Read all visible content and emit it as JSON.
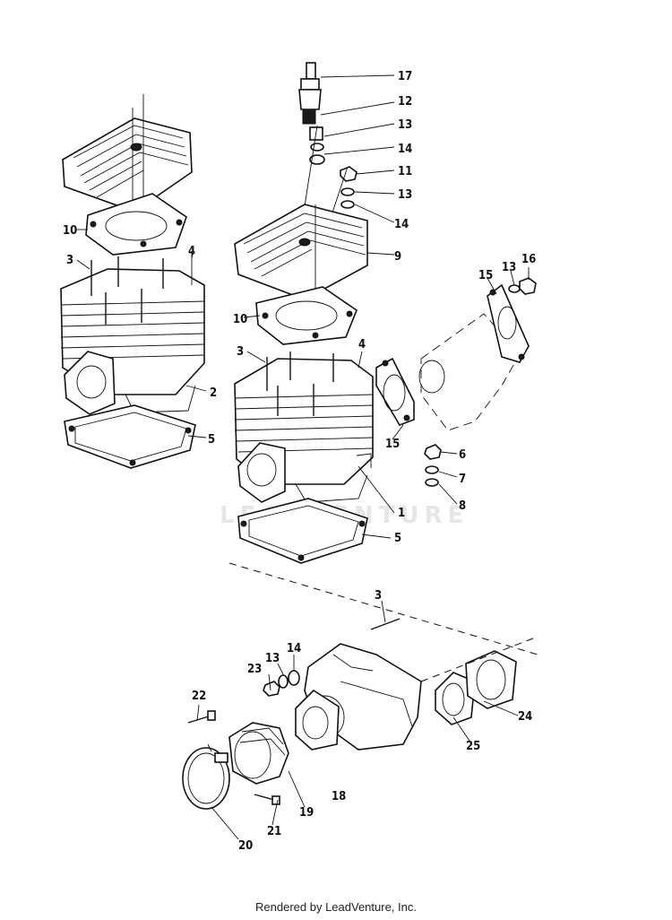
{
  "callouts": {
    "c17": "17",
    "c12": "12",
    "c13a": "13",
    "c14a": "14",
    "c11": "11",
    "c13b": "13",
    "c14b": "14",
    "c9": "9",
    "c10a": "10",
    "c3a": "3",
    "c4a": "4",
    "c2": "2",
    "c5a": "5",
    "c10b": "10",
    "c3b": "3",
    "c4b": "4",
    "c15a": "15",
    "c13c": "13",
    "c16": "16",
    "c15b": "15",
    "c6": "6",
    "c7": "7",
    "c8": "8",
    "c1": "1",
    "c5b": "5",
    "c3c": "3",
    "c13d": "13",
    "c14c": "14",
    "c23": "23",
    "c22": "22",
    "c24": "24",
    "c25": "25",
    "c18": "18",
    "c19": "19",
    "c21": "21",
    "c20": "20"
  },
  "watermark": "LEADVENTURE",
  "footer": "Rendered by LeadVenture, Inc."
}
